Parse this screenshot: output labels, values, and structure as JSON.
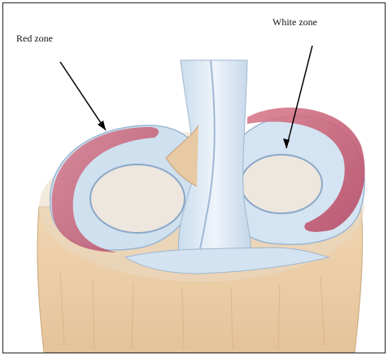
{
  "labels": {
    "red_zone": "Red zone",
    "white_zone": "White zone"
  },
  "colors": {
    "red_zone": "#c75a72",
    "white_zone": "#cfe0ef",
    "ligament": "#d9e6f2",
    "bone": "#e9c9a0",
    "arrow": "#000000"
  },
  "parts": [
    "red-zone-periphery",
    "white-zone-inner-meniscus",
    "cruciate-ligaments",
    "tibial-plateau"
  ]
}
